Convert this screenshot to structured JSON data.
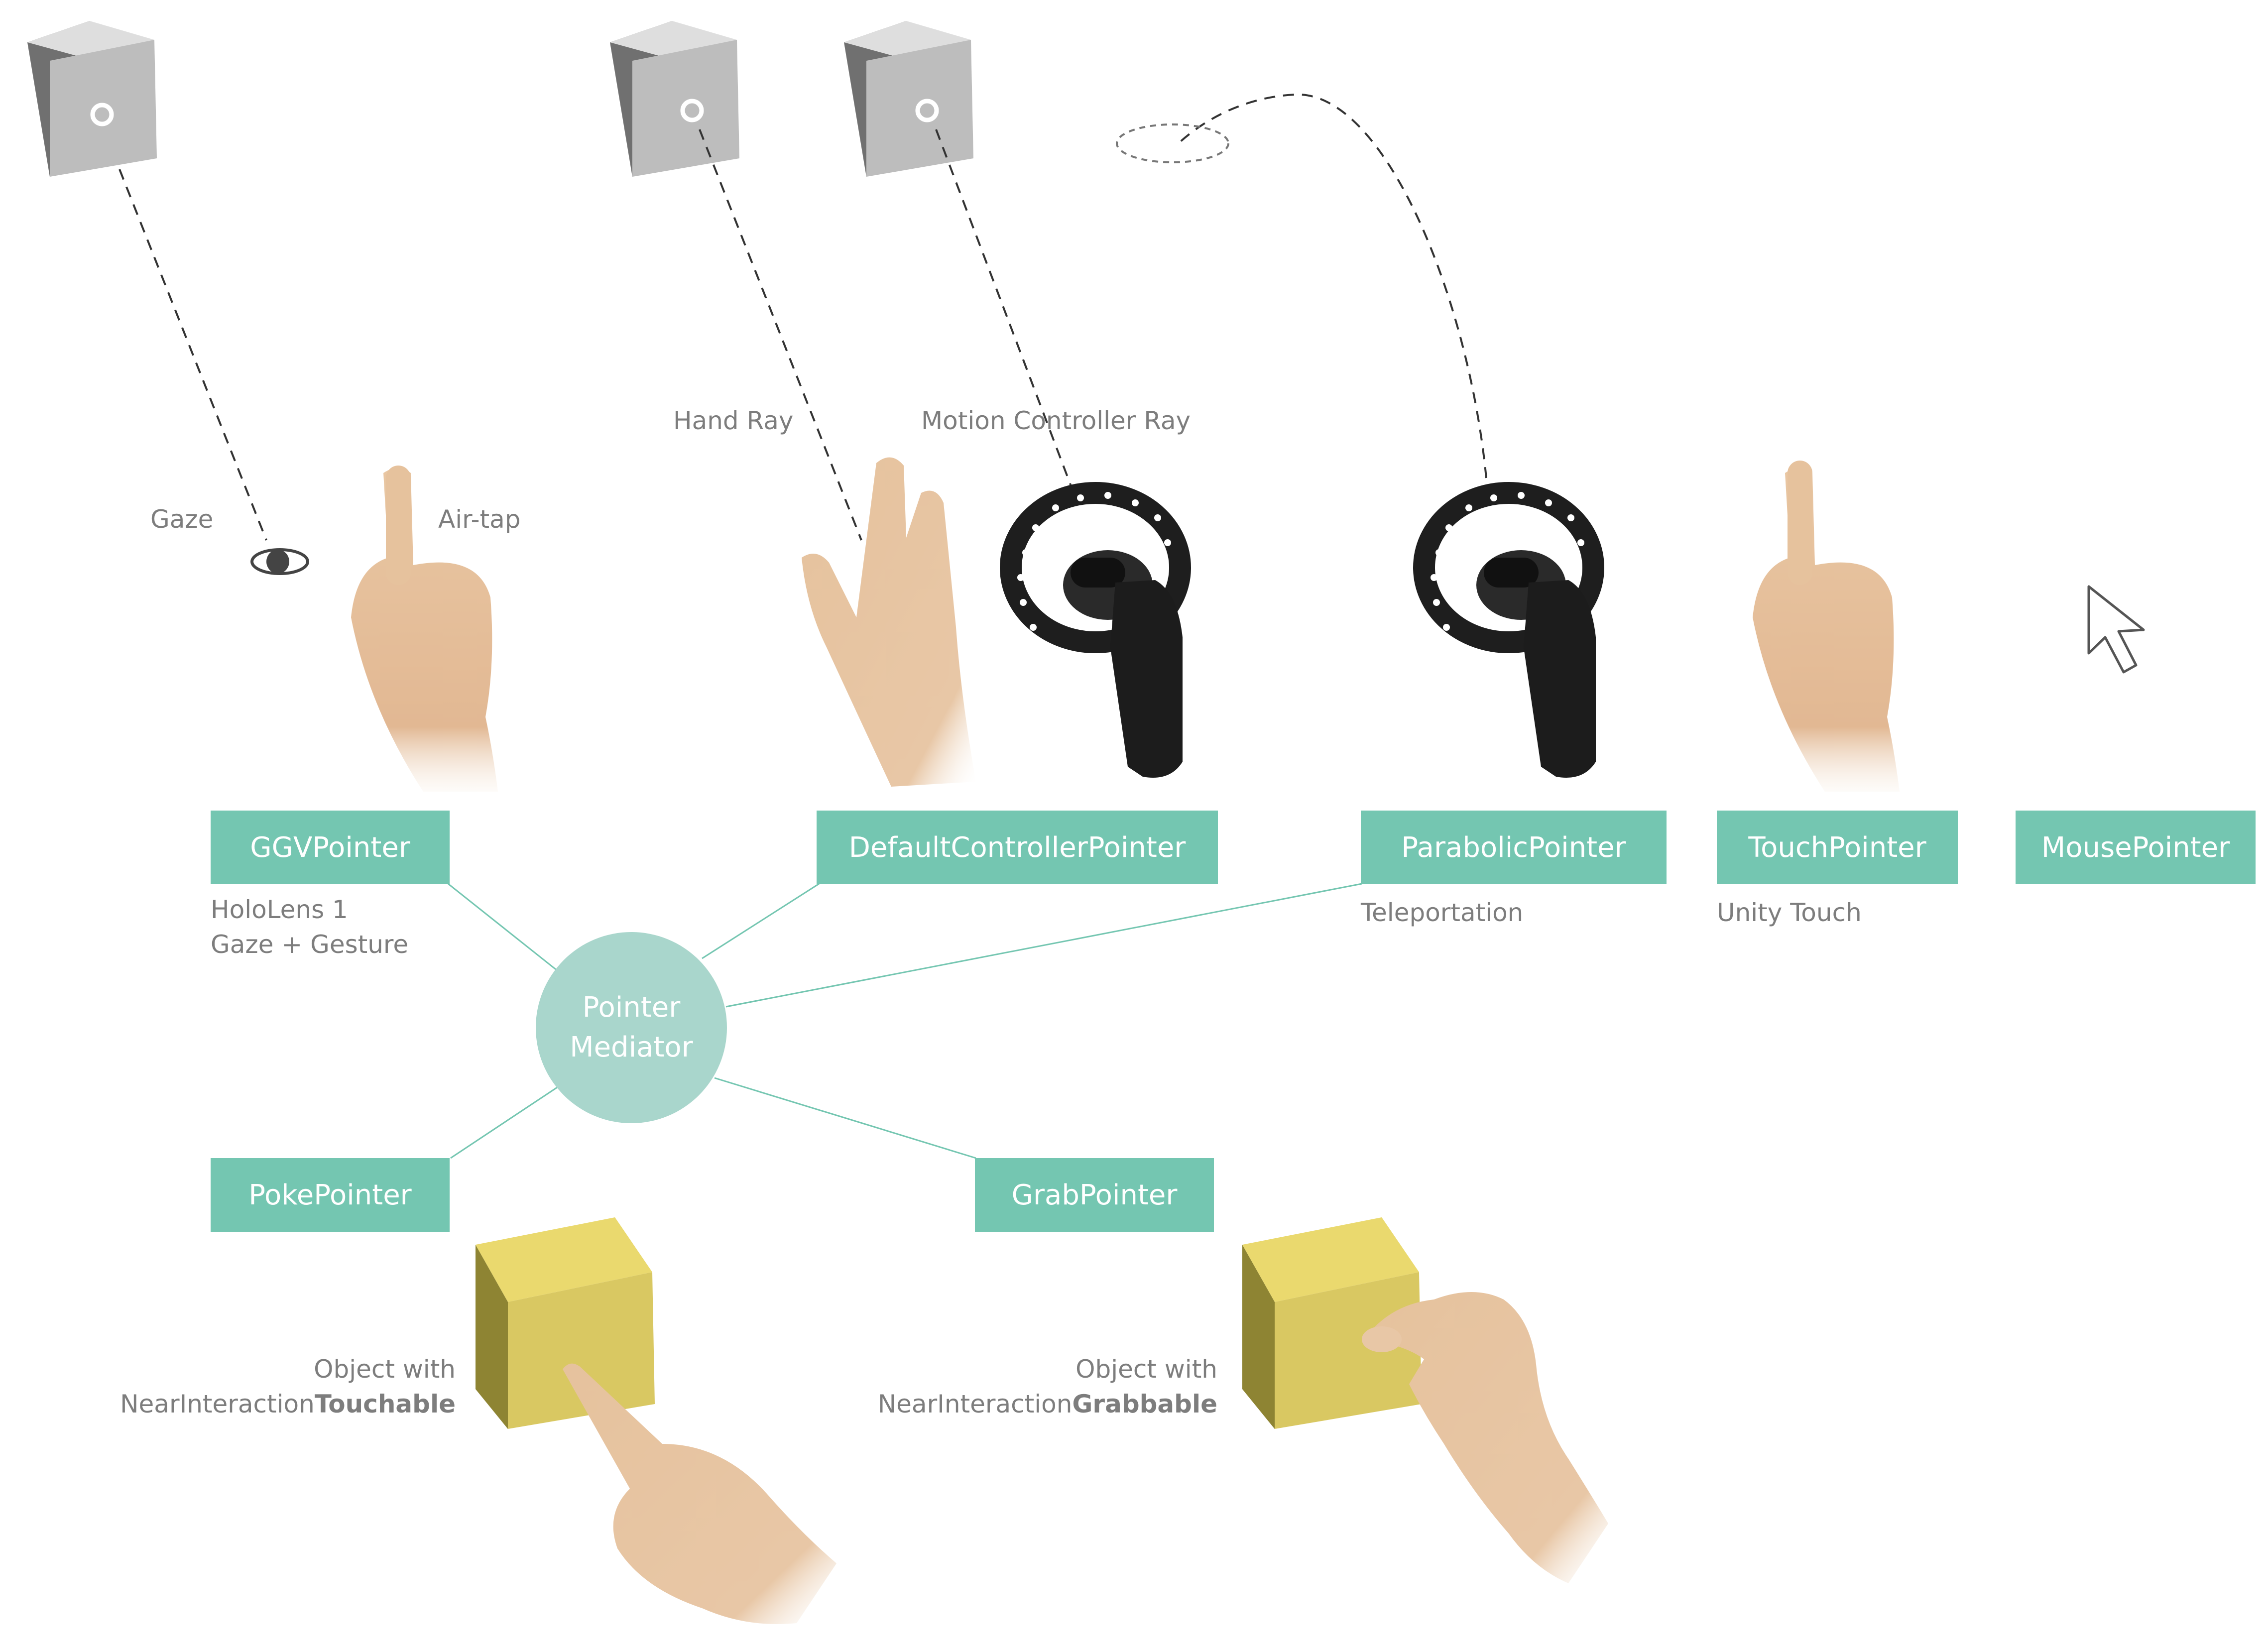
{
  "diagram": {
    "center_node": {
      "line1": "Pointer",
      "line2": "Mediator"
    },
    "pointers": {
      "ggv": "GGVPointer",
      "default_controller": "DefaultControllerPointer",
      "parabolic": "ParabolicPointer",
      "touch": "TouchPointer",
      "mouse": "MousePointer",
      "poke": "PokePointer",
      "grab": "GrabPointer"
    },
    "notes": {
      "ggv_line1": "HoloLens 1",
      "ggv_line2": "Gaze + Gesture",
      "parabolic": "Teleportation",
      "touch": "Unity Touch"
    },
    "input_labels": {
      "gaze": "Gaze",
      "air_tap": "Air-tap",
      "hand_ray": "Hand Ray",
      "motion_controller_ray": "Motion Controller Ray"
    },
    "objects": {
      "touchable_line1": "Object with",
      "touchable_prefix": "NearInteraction",
      "touchable_bold": "Touchable",
      "grabbable_line1": "Object with",
      "grabbable_prefix": "NearInteraction",
      "grabbable_bold": "Grabbable"
    },
    "colors": {
      "node_fill": "#74c6b1",
      "mediator_fill": "#a9d6cc",
      "connector": "#74c6b1",
      "gray_cube": "#bdbdbd",
      "yellow_cube": "#e3d268",
      "caption_text": "#7d7d7d"
    },
    "icons": [
      "gray-cube-icon",
      "eye-icon",
      "hand-icon",
      "motion-controller-icon",
      "mouse-cursor-icon",
      "yellow-cube-icon"
    ]
  }
}
